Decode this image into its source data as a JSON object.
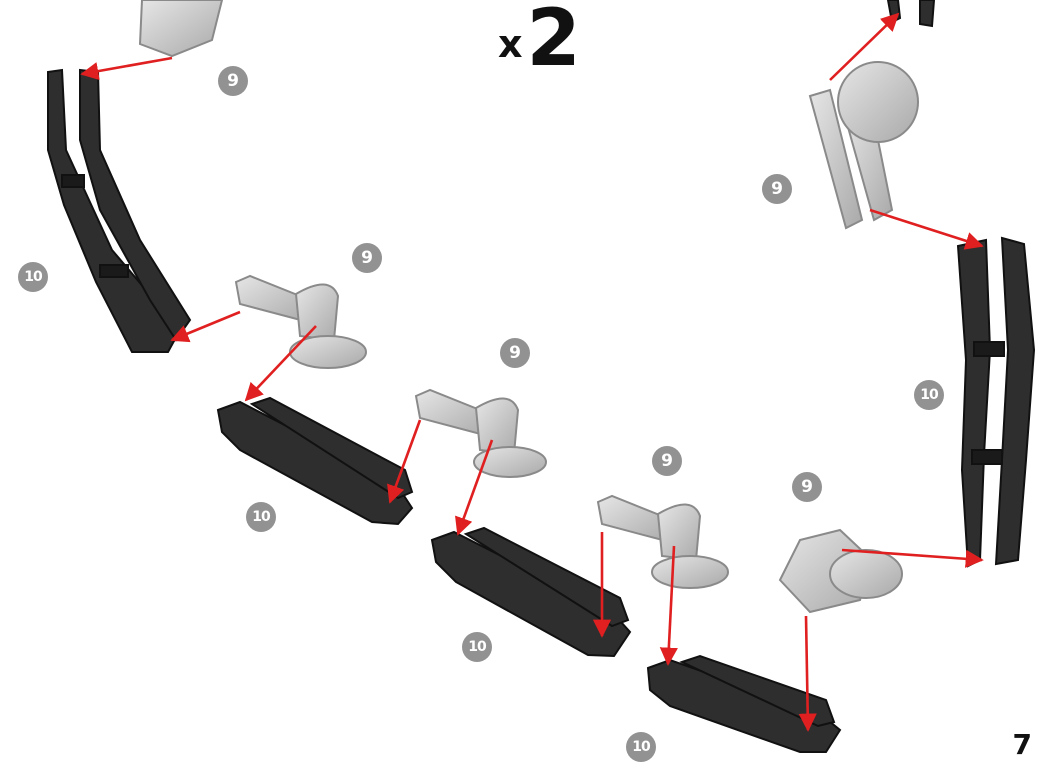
{
  "page": {
    "multiplier_prefix": "x",
    "multiplier_count": "2",
    "page_number": "7"
  },
  "labels": {
    "part_a": "9",
    "part_b": "10"
  },
  "colors": {
    "dark_part": "#2e2e2e",
    "light_part": "#c4c4c4",
    "arrow": "#e02020",
    "badge": "#929292"
  },
  "icons": [
    "dark-track-link-icon",
    "light-connector-part-icon",
    "assembly-arrow-icon"
  ]
}
